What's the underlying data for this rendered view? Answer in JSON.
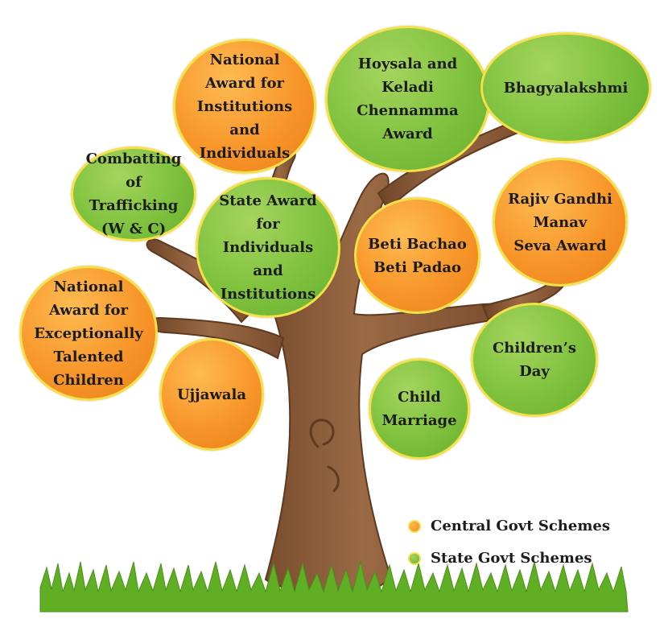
{
  "schemes": {
    "national_award_institutions": {
      "label": "National\nAward for\nInstitutions and\nIndividuals",
      "category": "central"
    },
    "hoysala_keladi": {
      "label": "Hoysala and\nKeladi\nChennamma\nAward",
      "category": "state"
    },
    "bhagyalakshmi": {
      "label": "Bhagyalakshmi",
      "category": "state"
    },
    "combatting_trafficking": {
      "label": "Combatting\nof Trafficking\n(W & C)",
      "category": "state"
    },
    "state_award": {
      "label": "State Award\nfor\nIndividuals and\nInstitutions",
      "category": "state"
    },
    "beti_bachao": {
      "label": "Beti Bachao\nBeti Padao",
      "category": "central"
    },
    "rajiv_gandhi": {
      "label": "Rajiv Gandhi\nManav\nSeva Award",
      "category": "central"
    },
    "national_award_children": {
      "label": "National\nAward for\nExceptionally\nTalented\nChildren",
      "category": "central"
    },
    "ujjawala": {
      "label": "Ujjawala",
      "category": "central"
    },
    "childrens_day": {
      "label": "Children’s\nDay",
      "category": "state"
    },
    "child_marriage": {
      "label": "Child\nMarriage",
      "category": "state"
    }
  },
  "legend": {
    "central": "Central Govt Schemes",
    "state": "State Govt Schemes"
  },
  "colors": {
    "central": "#f8962a",
    "state": "#7fc23e",
    "trunk": "#8b5e3c",
    "grass": "#5fae24"
  }
}
